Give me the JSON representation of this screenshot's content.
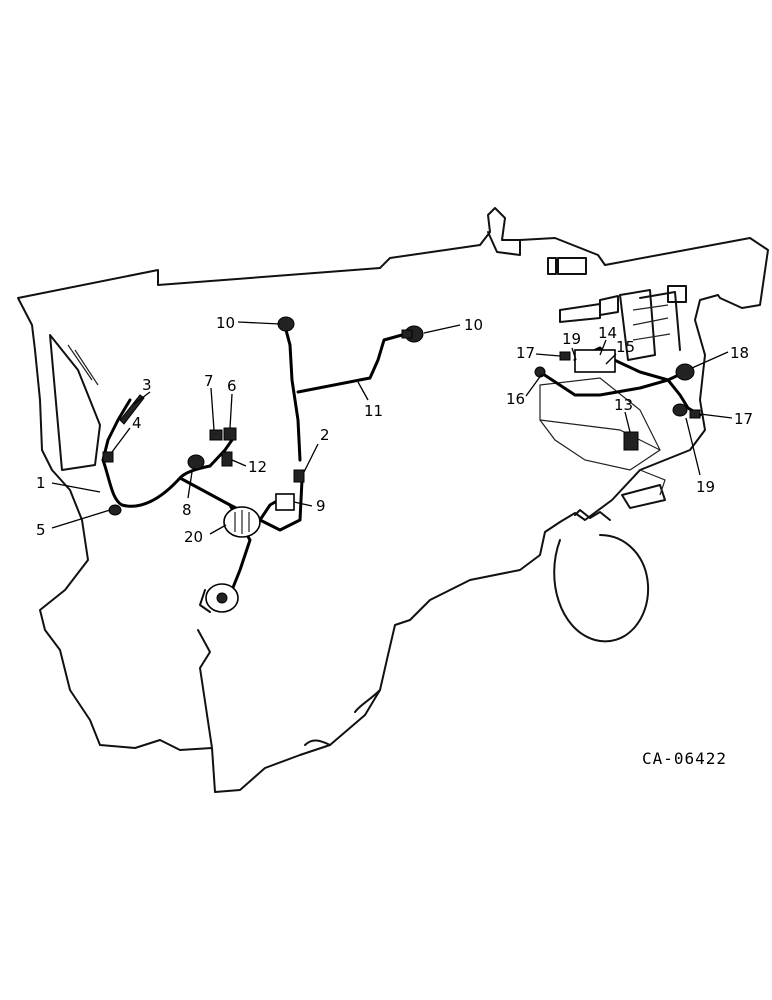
{
  "drawing_id": "CA-06422",
  "callouts": {
    "c1": "1",
    "c2": "2",
    "c3": "3",
    "c4": "4",
    "c5": "5",
    "c6": "6",
    "c7": "7",
    "c8": "8",
    "c9": "9",
    "c10a": "10",
    "c10b": "10",
    "c11": "11",
    "c12": "12",
    "c13": "13",
    "c14": "14",
    "c15": "15",
    "c16": "16",
    "c17a": "17",
    "c17b": "17",
    "c18": "18",
    "c19a": "19",
    "c19b": "19",
    "c20": "20"
  }
}
